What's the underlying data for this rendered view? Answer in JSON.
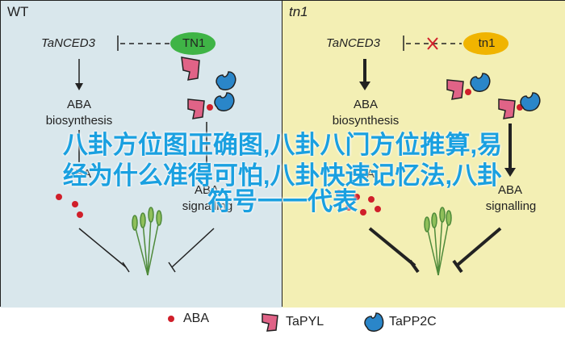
{
  "colors": {
    "wt_background": "#d9e7ec",
    "tn1_background": "#f3efb4",
    "tn1_protein": "#3fb446",
    "tapyl": "#e06387",
    "tapp2c": "#2a86c9",
    "aba_dot": "#d01f2a",
    "overlay_text": "#1aa0e0"
  },
  "wt": {
    "title": "WT",
    "gene": "TaNCED3",
    "protein": "TN1",
    "biosynthesis": [
      "ABA",
      "biosynthesis"
    ],
    "signalling": [
      "ABA",
      "signalling"
    ],
    "aba_left": "ABA"
  },
  "tn1": {
    "title": "tn1",
    "gene": "TaNCED3",
    "protein": "tn1",
    "biosynthesis": [
      "ABA",
      "biosynthesis"
    ],
    "signalling": [
      "ABA",
      "signalling"
    ],
    "aba_left": "ABA"
  },
  "legend": {
    "aba": "ABA",
    "tapyl": "TaPYL",
    "tapp2c": "TaPP2C"
  },
  "overlay_lines": [
    "八卦方位图正确图,八卦八门方位推算,易",
    "经为什么准得可怕,八卦快速记忆法,八卦",
    "符号一一代表"
  ]
}
